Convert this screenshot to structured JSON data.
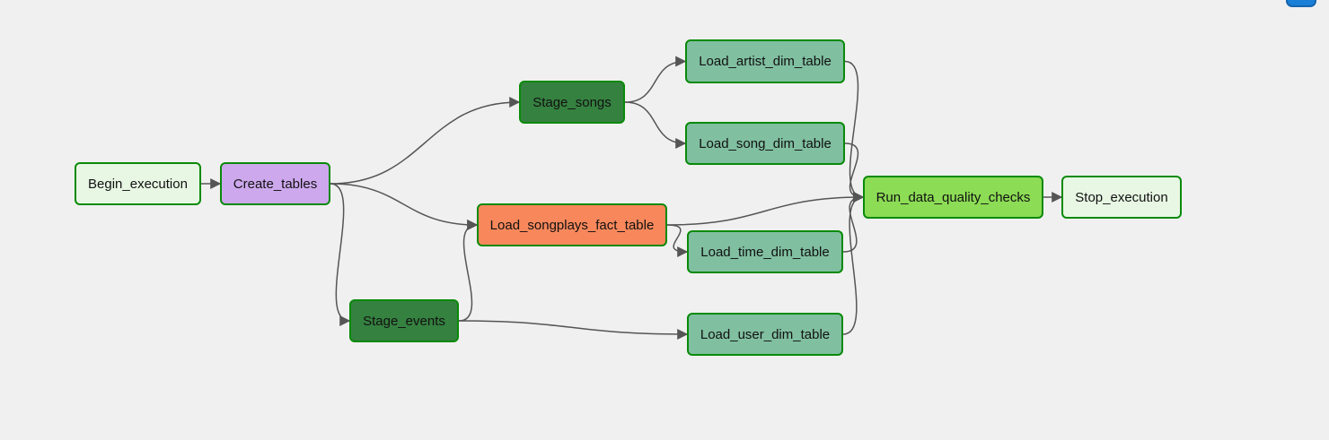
{
  "diagram": {
    "nodes": [
      {
        "id": "begin_execution",
        "label": "Begin_execution",
        "fill": "#e8f7e4"
      },
      {
        "id": "create_tables",
        "label": "Create_tables",
        "fill": "#cda8ed"
      },
      {
        "id": "stage_songs",
        "label": "Stage_songs",
        "fill": "#358140"
      },
      {
        "id": "stage_events",
        "label": "Stage_events",
        "fill": "#358140"
      },
      {
        "id": "load_songplays_fact_table",
        "label": "Load_songplays_fact_table",
        "fill": "#f8885c"
      },
      {
        "id": "load_artist_dim_table",
        "label": "Load_artist_dim_table",
        "fill": "#80bfa0"
      },
      {
        "id": "load_song_dim_table",
        "label": "Load_song_dim_table",
        "fill": "#80bfa0"
      },
      {
        "id": "load_time_dim_table",
        "label": "Load_time_dim_table",
        "fill": "#80bfa0"
      },
      {
        "id": "load_user_dim_table",
        "label": "Load_user_dim_table",
        "fill": "#80bfa0"
      },
      {
        "id": "run_data_quality_checks",
        "label": "Run_data_quality_checks",
        "fill": "#8cdc55"
      },
      {
        "id": "stop_execution",
        "label": "Stop_execution",
        "fill": "#e8f7e4"
      }
    ],
    "edges": [
      {
        "from": "begin_execution",
        "to": "create_tables"
      },
      {
        "from": "create_tables",
        "to": "stage_songs"
      },
      {
        "from": "create_tables",
        "to": "load_songplays_fact_table"
      },
      {
        "from": "create_tables",
        "to": "stage_events"
      },
      {
        "from": "stage_songs",
        "to": "load_artist_dim_table"
      },
      {
        "from": "stage_songs",
        "to": "load_song_dim_table"
      },
      {
        "from": "stage_events",
        "to": "load_songplays_fact_table"
      },
      {
        "from": "stage_events",
        "to": "load_user_dim_table"
      },
      {
        "from": "load_songplays_fact_table",
        "to": "run_data_quality_checks"
      },
      {
        "from": "load_songplays_fact_table",
        "to": "load_time_dim_table"
      },
      {
        "from": "load_artist_dim_table",
        "to": "run_data_quality_checks"
      },
      {
        "from": "load_song_dim_table",
        "to": "run_data_quality_checks"
      },
      {
        "from": "load_time_dim_table",
        "to": "run_data_quality_checks"
      },
      {
        "from": "load_user_dim_table",
        "to": "run_data_quality_checks"
      },
      {
        "from": "run_data_quality_checks",
        "to": "stop_execution"
      }
    ],
    "edge_color": "#555555",
    "border_color": "#098a09"
  }
}
